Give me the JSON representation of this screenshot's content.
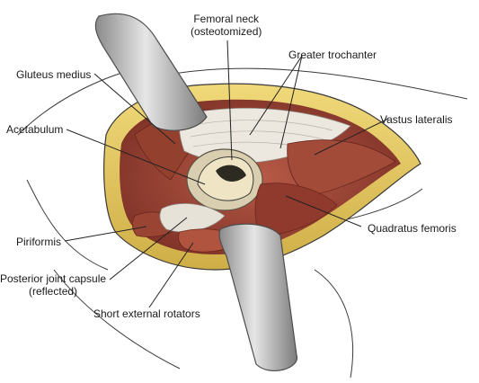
{
  "labels": {
    "femoral_neck": "Femoral neck",
    "femoral_neck_sub": "(osteotomized)",
    "greater_trochanter": "Greater trochanter",
    "gluteus_medius": "Gluteus medius",
    "vastus_lateralis": "Vastus lateralis",
    "acetabulum": "Acetabulum",
    "quadratus_femoris": "Quadratus femoris",
    "piriformis": "Piriformis",
    "posterior_joint_capsule": "Posterior joint capsule",
    "posterior_joint_capsule_sub": "(reflected)",
    "short_external_rotators": "Short external rotators"
  },
  "colors": {
    "skin_outline": "#3a3a3a",
    "fat": "#e8cf6a",
    "fat_dark": "#c9a93e",
    "muscle": "#a34a3a",
    "muscle_dark": "#7a2e24",
    "tendon": "#e9e6df",
    "bone": "#f3ead0",
    "retractor": "#b9b9b9",
    "retractor_dark": "#6d6d6d",
    "leader": "#222222"
  }
}
